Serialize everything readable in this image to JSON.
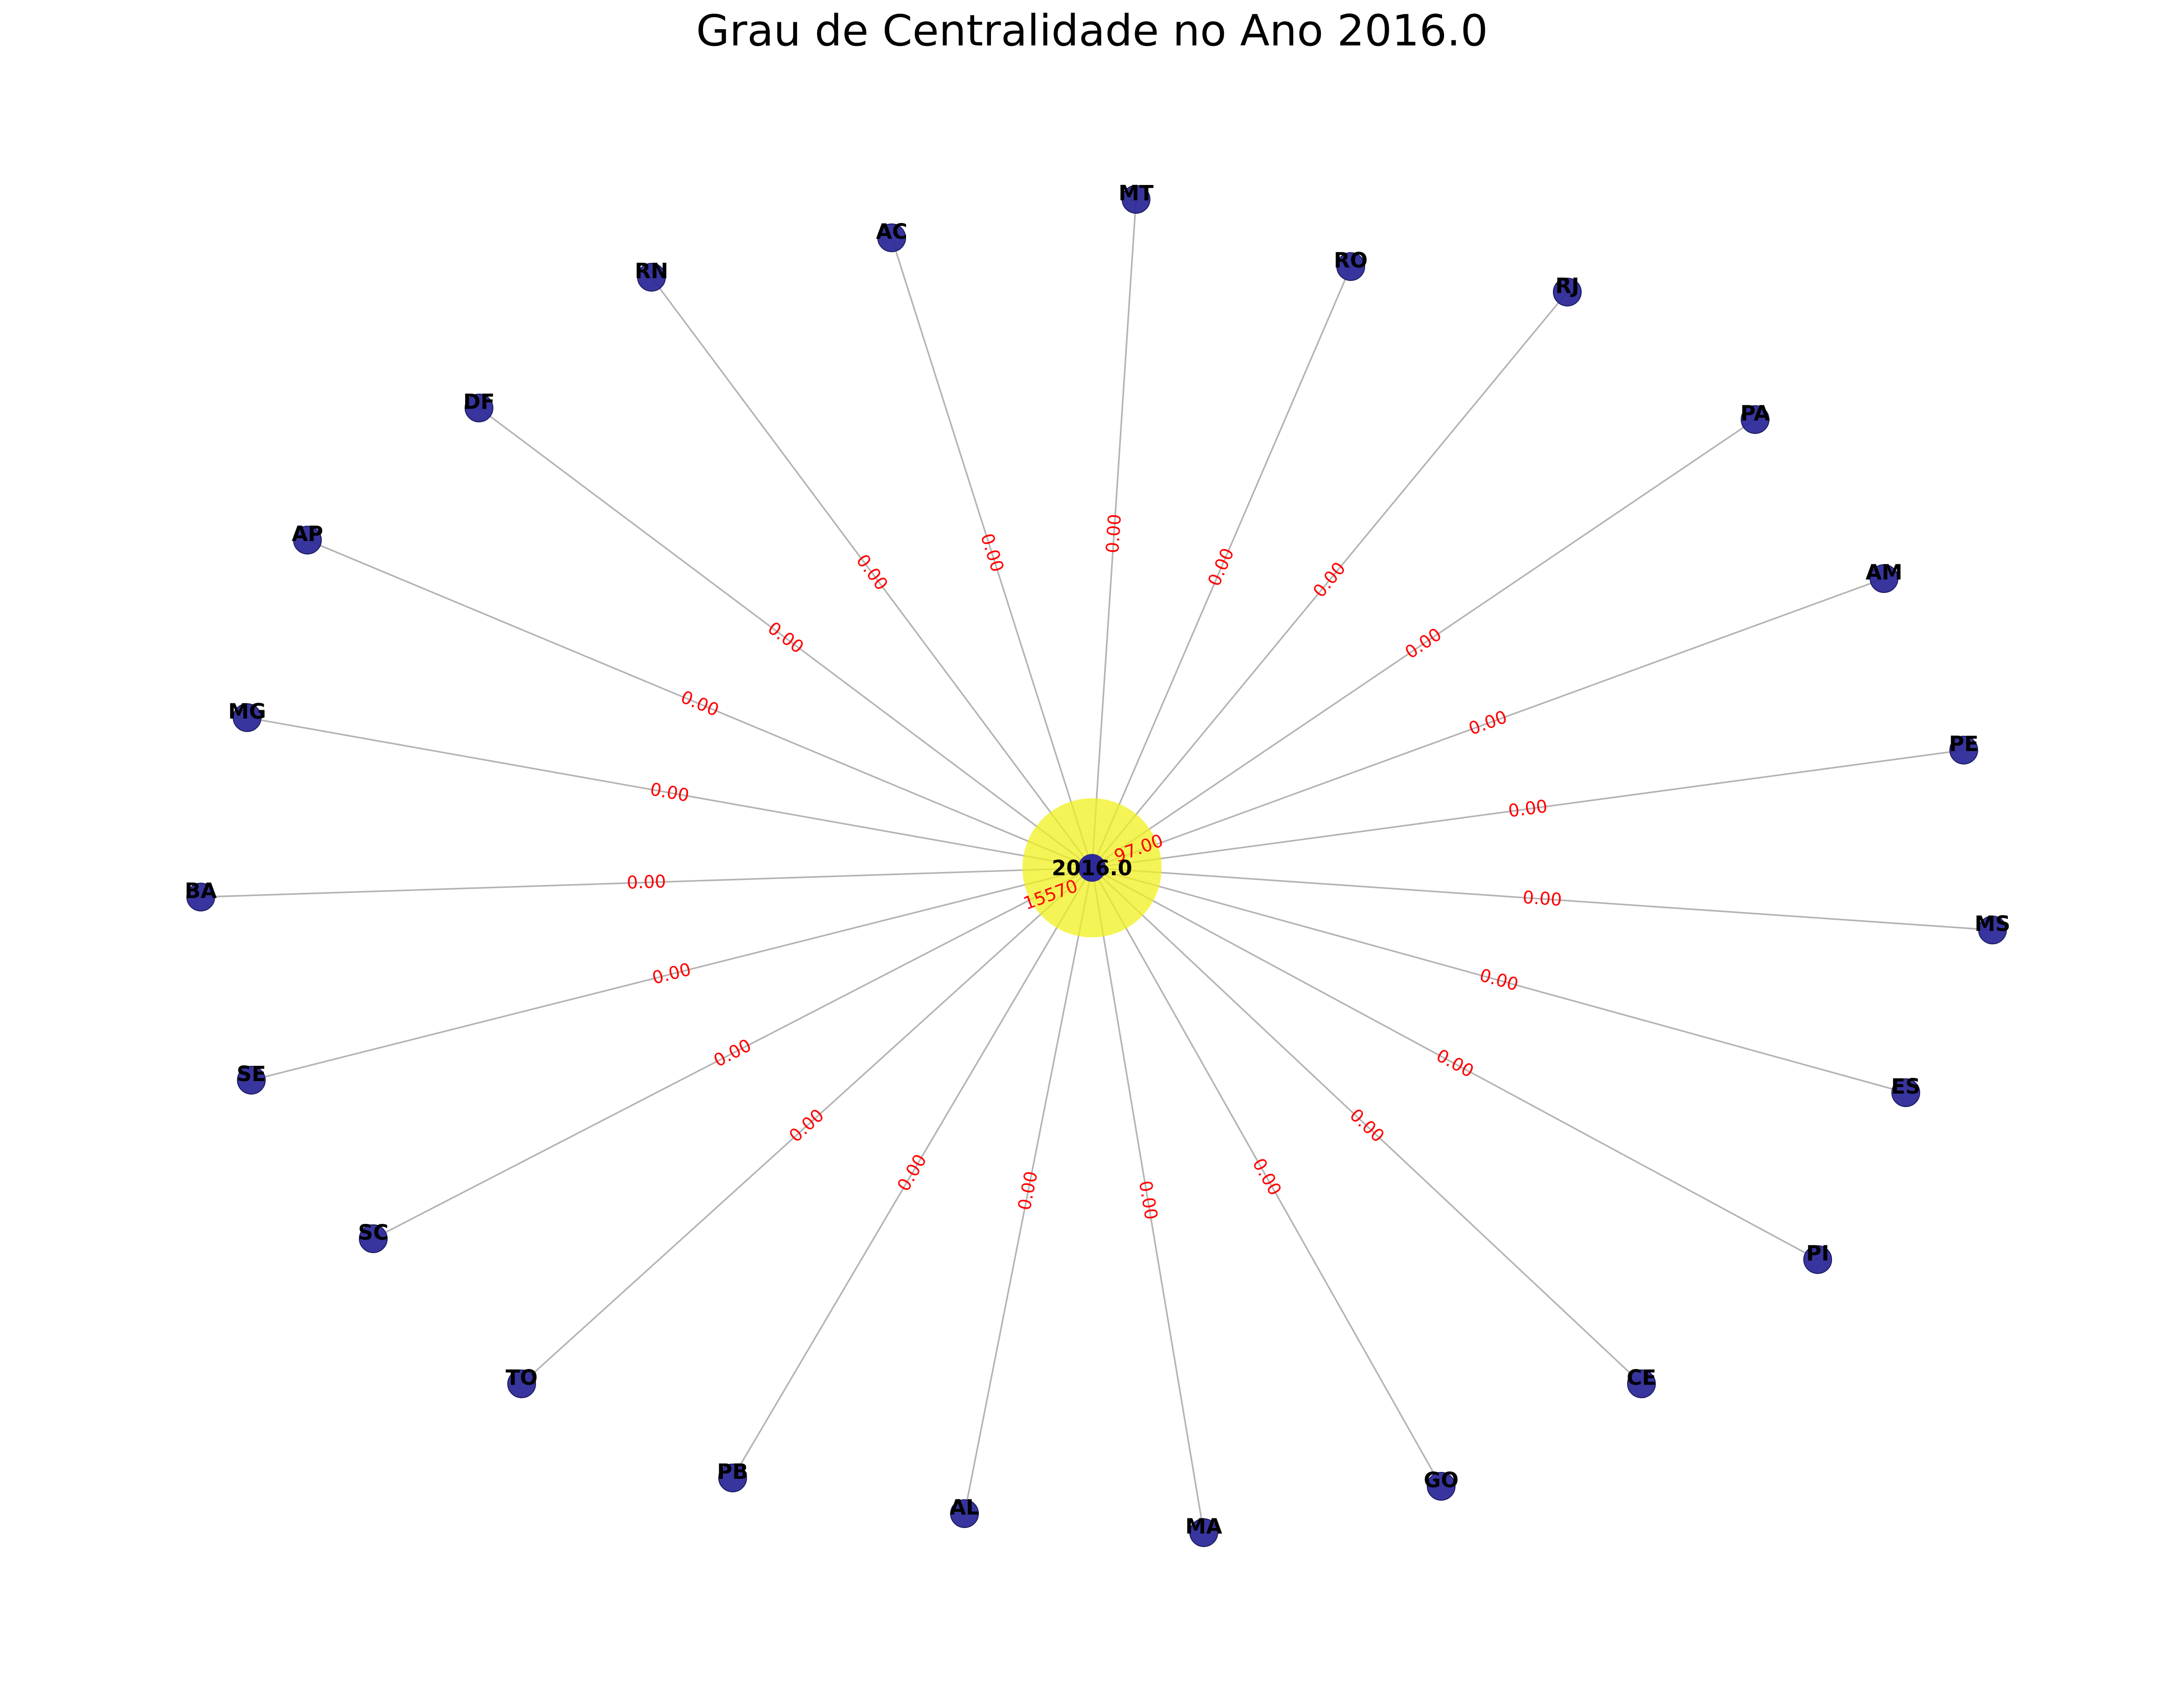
{
  "title": "Grau de Centralidade no Ano 2016.0",
  "colors": {
    "node": "#2d2a9a",
    "node_edge": "#1b1a5e",
    "center_highlight": "#f0f01e",
    "edge": "#b3b3b3",
    "edge_label": "#ff0000",
    "center_edge_label_1": "#ff0000",
    "center_edge_label_2": "#e0c020"
  },
  "center": {
    "label": "2016.0"
  },
  "center_edge_labels": [
    {
      "text": "15570"
    },
    {
      "text": "97.00"
    }
  ],
  "edge_weight_label": "0.00",
  "nodes": [
    {
      "label": "MT"
    },
    {
      "label": "RO"
    },
    {
      "label": "RJ"
    },
    {
      "label": "PA"
    },
    {
      "label": "AM"
    },
    {
      "label": "PE"
    },
    {
      "label": "MS"
    },
    {
      "label": "ES"
    },
    {
      "label": "PI"
    },
    {
      "label": "CE"
    },
    {
      "label": "GO"
    },
    {
      "label": "MA"
    },
    {
      "label": "AL"
    },
    {
      "label": "PB"
    },
    {
      "label": "TO"
    },
    {
      "label": "SC"
    },
    {
      "label": "SE"
    },
    {
      "label": "BA"
    },
    {
      "label": "MG"
    },
    {
      "label": "AP"
    },
    {
      "label": "DF"
    },
    {
      "label": "RN"
    },
    {
      "label": "AC"
    }
  ]
}
